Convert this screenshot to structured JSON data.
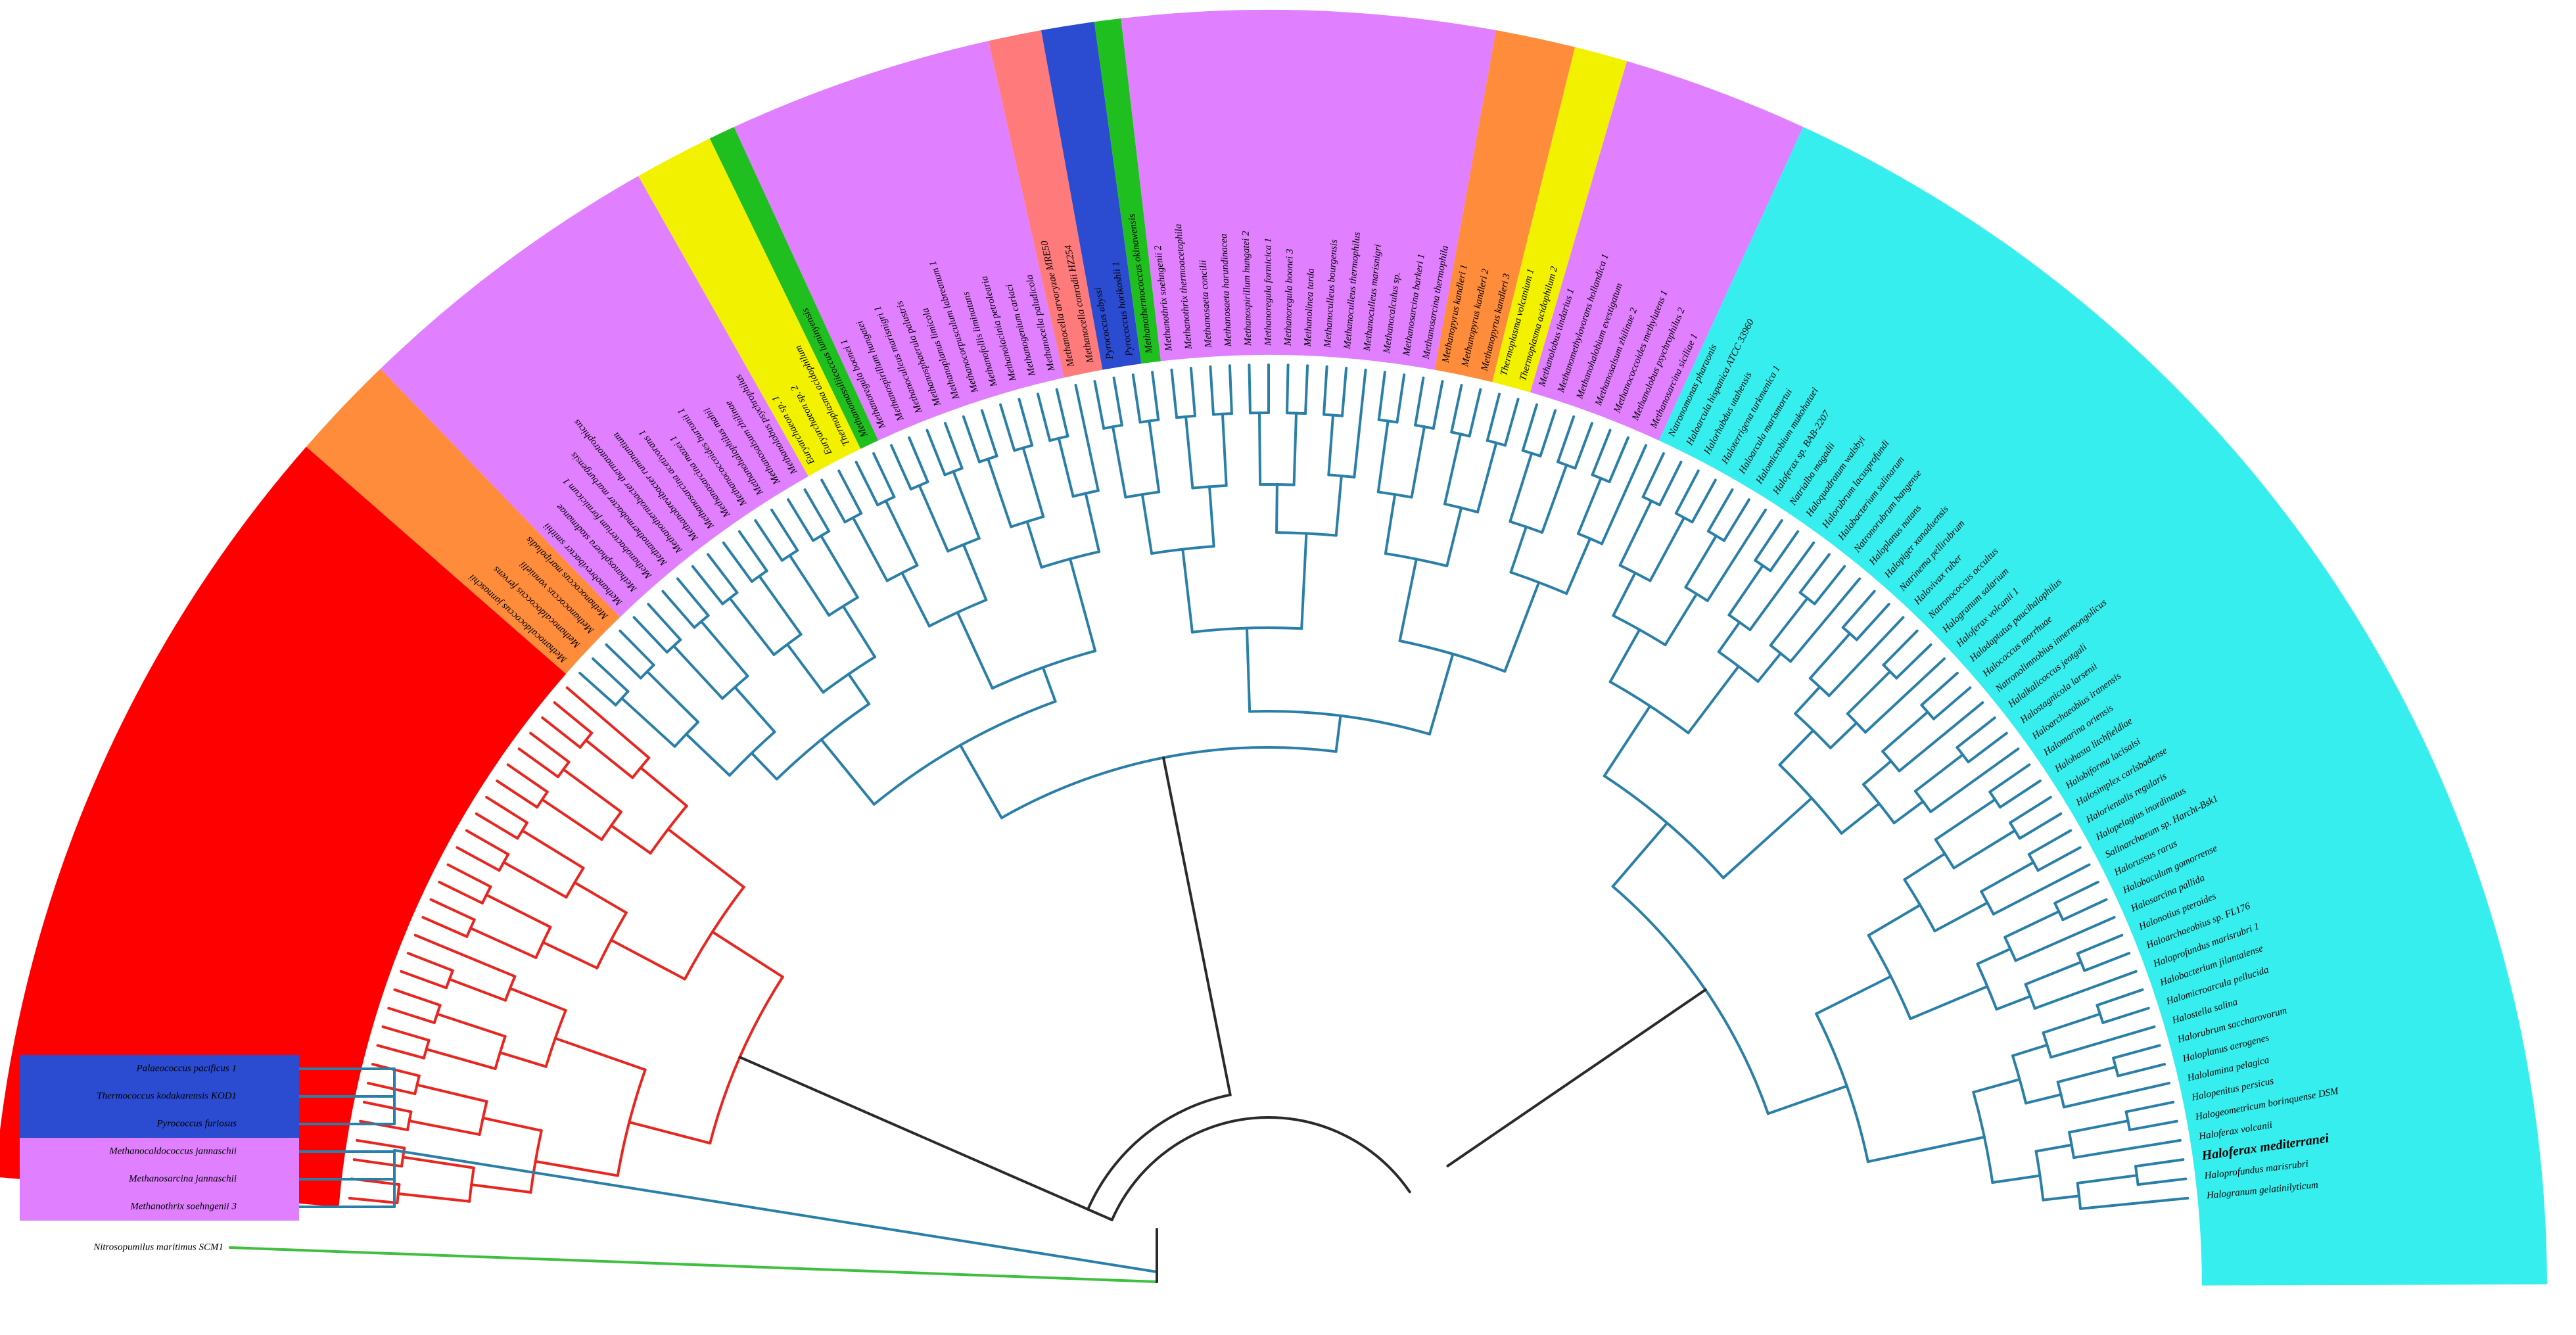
{
  "colors": {
    "red": "#ff0000",
    "orange": "#ff8c3a",
    "violet": "#e07fff",
    "yellow": "#f2f200",
    "green": "#1fbf1f",
    "blue": "#2b4cd1",
    "salmon": "#ff7a7a",
    "cyan": "#36eeee",
    "branch_red": "#e8261f",
    "branch_blue": "#2a7fa8",
    "branch_black": "#2a2a2a",
    "branch_green": "#3fbf3f"
  },
  "clades": [
    {
      "color": "red",
      "from": 0,
      "to": 30
    },
    {
      "color": "orange",
      "from": 30,
      "to": 34
    },
    {
      "color": "violet",
      "from": 34,
      "to": 46
    },
    {
      "color": "yellow",
      "from": 46,
      "to": 49
    },
    {
      "color": "green",
      "from": 49,
      "to": 50
    },
    {
      "color": "violet",
      "from": 50,
      "to": 60
    },
    {
      "color": "salmon",
      "from": 60,
      "to": 62
    },
    {
      "color": "blue",
      "from": 62,
      "to": 64
    },
    {
      "color": "green",
      "from": 64,
      "to": 65
    },
    {
      "color": "violet",
      "from": 65,
      "to": 79
    },
    {
      "color": "orange",
      "from": 79,
      "to": 82
    },
    {
      "color": "yellow",
      "from": 82,
      "to": 84
    },
    {
      "color": "violet",
      "from": 84,
      "to": 91
    },
    {
      "color": "cyan",
      "from": 91,
      "to": 145
    }
  ],
  "left_blocks": [
    {
      "color": "blue",
      "labels": [
        "Palaeococcus pacificus 1",
        "Thermococcus kodakarensis KOD1",
        "Pyrococcus furiosus"
      ]
    },
    {
      "color": "violet",
      "labels": [
        "Methanocaldococcus jannaschii",
        "Methanosarcina jannaschii",
        "Methanothrix soehngenii 3"
      ]
    }
  ],
  "outgroup": {
    "label": "Nitrosopumilus maritimus SCM1",
    "color": "branch_green"
  },
  "leaves": [
    "",
    "",
    "",
    "",
    "",
    "",
    "",
    "",
    "",
    "",
    "",
    "",
    "",
    "",
    "",
    "",
    "",
    "",
    "",
    "",
    "",
    "",
    "",
    "",
    "",
    "",
    "",
    "",
    "",
    "",
    "Methanocaldococcus jannaschii",
    "Methanocaldococcus fervens",
    "Methanococcus vannielii",
    "Methanococcus maripaludis",
    "Methanobrevibacter smithii",
    "Methanosphaera stadtmanae",
    "Methanobacterium formicicum 1",
    "Methanothermobacter marburgensis",
    "Methanothermobacter thermautotrophicus",
    "Methanobrevibacter ruminantium",
    "Methanosarcina acetivorans 1",
    "Methanosarcina mazei 1",
    "Methanococcoides burtonii 1",
    "Methanohalophilus mahii",
    "Methanosalsum zhilinae",
    "Methanolobus psychrophilus",
    "Euryarchaeon sp. 1",
    "Euryarchaeon sp. 2",
    "Thermoplasma acidophilum",
    "Methanomassiliicoccus luminyensis",
    "Methanoregula boonei 1",
    "Methanospirillum hungatei",
    "Methanoculleus marisnigri 1",
    "Methanosphaerula palustris",
    "Methanoplanus limicola",
    "Methanocorpusculum labreanum 1",
    "Methanofollis liminatans",
    "Methanolacinia petrolearia",
    "Methanogenium cariaci",
    "Methanocella paludicola",
    "Methanocella arvoryzae MRE50",
    "Methanocella conradii HZ254",
    "Pyrococcus abyssi",
    "Pyrococcus horikoshii 1",
    "Methanothermococcus okinawensis",
    "Methanothrix soehngenii 2",
    "Methanothrix thermoacetophila",
    "Methanosaeta concilii",
    "Methanosaeta harundinacea",
    "Methanospirillum hungatei 2",
    "Methanoregula formicica 1",
    "Methanoregula boonei 3",
    "Methanolinea tarda",
    "Methanoculleus bourgensis",
    "Methanoculleus thermophilus",
    "Methanoculleus marisnigri",
    "Methanocalculus sp.",
    "Methanosarcina barkeri 1",
    "Methanosarcina thermophila",
    "Methanopyrus kandleri 1",
    "Methanopyrus kandleri 2",
    "Methanopyrus kandleri 3",
    "Thermoplasma volcanium 1",
    "Thermoplasma acidophilum 2",
    "Methanolobus tindarius 1",
    "Methanomethylovorans hollandica 1",
    "Methanohalobium evestigatum",
    "Methanosalsum zhilinae 2",
    "Methanococcoides methylutens 1",
    "Methanolobus psychrophilus 2",
    "Methanosarcina siciliae 1",
    "Natronomonas pharaonis",
    "Haloarcula hispanica ATCC 33960",
    "Halorhabdus utahensis",
    "Haloterrigena turkmenica 1",
    "Haloarcula marismortui",
    "Halomicrobium mukohataei",
    "Haloferax sp. BAB-2207",
    "Natrialba magadii",
    "Haloquadratum walsbyi",
    "Halorubrum lacusprofundi",
    "Halobacterium salinarum",
    "Natronorubrum bangense",
    "Haloplanus natans",
    "Halopiger xanaduensis",
    "Natrinema pellirubrum",
    "Halovivax ruber",
    "Natronococcus occultus",
    "Halogranum salarium",
    "Haloferax volcanii 1",
    "Haladaptatus paucihalophilus",
    "Halococcus morrhuae",
    "Natronolimnobius innermongolicus",
    "Halalkalicoccus jeotgali",
    "Halostagnicola larsenii",
    "Haloarchaeobius iranensis",
    "Halomarina oriensis",
    "Halohasta litchfieldiae",
    "Halobiforma lacisalsi",
    "Halosimplex carlsbadense",
    "Halorientalis regularis",
    "Halopelagius inordinatus",
    "Salinarchaeum sp. Harcht-Bsk1",
    "Halorussus rarus",
    "Halobaculum gomorrense",
    "Halosarcina pallida",
    "Halonotius pteroides",
    "Haloarchaeobius sp. FL176",
    "Haloprofundus marisrubri 1",
    "Halobacterium jilantaiense",
    "Halomicroarcula pellucida",
    "Halostella salina",
    "Halorubrum saccharovorum",
    "Haloplanus aerogenes",
    "Halolamina pelagica",
    "Halopenitus persicus",
    "Halogeometricum borinquense DSM",
    "Haloferax volcanii",
    "Haloferax mediterranei",
    "Haloprofundus marisrubri",
    "Halogranum gelatinilyticum"
  ],
  "bold_leaf": "Haloferax mediterranei"
}
